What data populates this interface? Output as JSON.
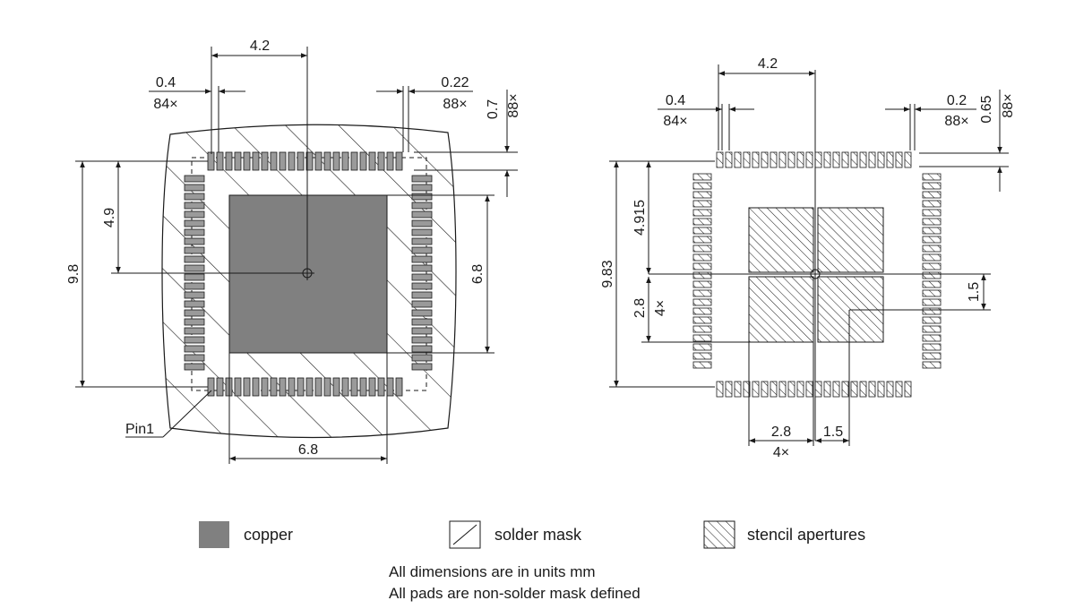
{
  "left_view": {
    "dim_top_width": "4.2",
    "dim_pad_width": "0.4",
    "dim_pad_count_w": "84×",
    "dim_pitch": "0.22",
    "dim_pitch_count": "88×",
    "dim_pad_len": "0.7",
    "dim_pad_len_count": "88×",
    "dim_center_v": "4.9",
    "dim_total_h": "9.8",
    "dim_pad_h": "6.8",
    "dim_pad_w": "6.8",
    "pin1_label": "Pin1"
  },
  "right_view": {
    "dim_top_width": "4.2",
    "dim_pad_width": "0.4",
    "dim_pad_count_w": "84×",
    "dim_pitch": "0.2",
    "dim_pitch_count": "88×",
    "dim_pad_len": "0.65",
    "dim_pad_len_count": "88×",
    "dim_center_v": "4.915",
    "dim_total_h": "9.83",
    "dim_ap_h": "2.8",
    "dim_ap_h_count": "4×",
    "dim_gap_v": "1.5",
    "dim_ap_w": "2.8",
    "dim_ap_w_count": "4×",
    "dim_gap_h": "1.5"
  },
  "legend": {
    "copper": "copper",
    "solder_mask": "solder mask",
    "stencil": "stencil apertures"
  },
  "notes": {
    "line1": "All dimensions are in units mm",
    "line2": "All pads are non-solder mask defined"
  },
  "colors": {
    "copper": "#808080",
    "line": "#1a1a1a",
    "pad_fill": "#9a9a9a"
  }
}
